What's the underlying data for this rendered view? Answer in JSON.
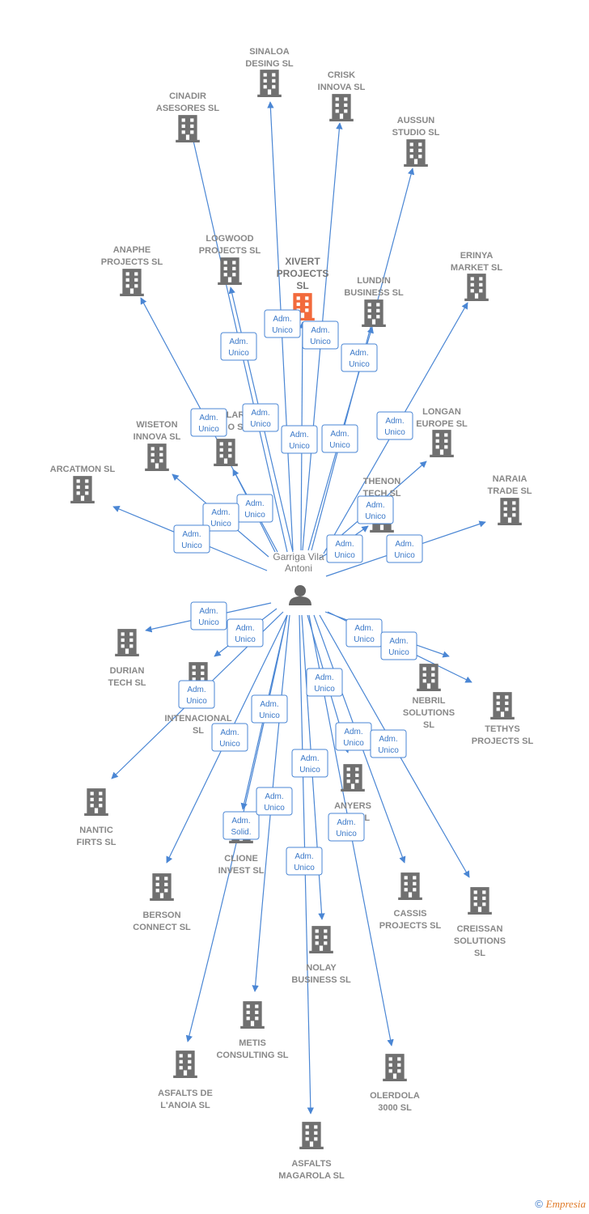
{
  "colors": {
    "edge": "#4a86d4",
    "building": "#707070",
    "building_highlight": "#f26a3c",
    "person": "#666666",
    "label": "#888888"
  },
  "center": {
    "name": "Garriga Vila\nAntoni",
    "icon": "person-icon"
  },
  "nodes": [
    {
      "id": "sinaloa",
      "name": "SINALOA\nDESING SL",
      "icon": "building-icon",
      "rel": "Adm.\nUnico"
    },
    {
      "id": "crisk",
      "name": "CRISK\nINNOVA SL",
      "icon": "building-icon",
      "rel": "Adm.\nUnico"
    },
    {
      "id": "cinadir",
      "name": "CINADIR\nASESORES  SL",
      "icon": "building-icon",
      "rel": "Adm.\nUnico"
    },
    {
      "id": "aussun",
      "name": "AUSSUN\nSTUDIO  SL",
      "icon": "building-icon",
      "rel": "Adm.\nUnico"
    },
    {
      "id": "logwood",
      "name": "LOGWOOD\nPROJECTS SL",
      "icon": "building-icon",
      "rel": "Adm.\nUnico"
    },
    {
      "id": "xivert",
      "name": "XIVERT\nPROJECTS\nSL",
      "icon": "building-icon",
      "highlight": true,
      "rel": "Adm.\nUnico"
    },
    {
      "id": "anaphe",
      "name": "ANAPHE\nPROJECTS  SL",
      "icon": "building-icon",
      "rel": "Adm.\nUnico"
    },
    {
      "id": "lundin",
      "name": "LUNDIN\nBUSINESS  SL",
      "icon": "building-icon",
      "rel": "Adm.\nUnico"
    },
    {
      "id": "erinya",
      "name": "ERINYA\nMARKET SL",
      "icon": "building-icon",
      "rel": "Adm.\nUnico"
    },
    {
      "id": "clar",
      "name": "LAR\nO  S",
      "icon": "building-icon",
      "rel": "Adm.\nUnico"
    },
    {
      "id": "wiseton",
      "name": "WISETON\nINNOVA  SL",
      "icon": "building-icon",
      "rel": "Adm.\nUnico"
    },
    {
      "id": "longan",
      "name": "LONGAN\nEUROPE  SL",
      "icon": "building-icon",
      "rel": "Adm.\nUnico"
    },
    {
      "id": "arcatmon",
      "name": "ARCATMON SL",
      "icon": "building-icon",
      "rel": "Adm.\nUnico"
    },
    {
      "id": "thenon",
      "name": "THENON\nTECH  SL",
      "icon": "building-icon",
      "rel": "Adm.\nUnico"
    },
    {
      "id": "naraia",
      "name": "NARAIA\nTRADE  SL",
      "icon": "building-icon",
      "rel": "Adm.\nUnico"
    },
    {
      "id": "durian",
      "name": "DURIAN\nTECH  SL",
      "icon": "building-icon",
      "rel": "Adm.\nUnico"
    },
    {
      "id": "intenacional",
      "name": "INTENACIONAL\nSL",
      "icon": "building-icon",
      "rel": "Adm.\nUnico"
    },
    {
      "id": "nebril",
      "name": "NEBRIL\nSOLUTIONS\nSL",
      "icon": "building-icon",
      "rel": "Adm.\nUnico"
    },
    {
      "id": "tethys",
      "name": "TETHYS\nPROJECTS  SL",
      "icon": "building-icon",
      "rel": "Adm.\nUnico"
    },
    {
      "id": "nantic",
      "name": "NANTIC\nFIRTS  SL",
      "icon": "building-icon",
      "rel": "Adm.\nUnico"
    },
    {
      "id": "anyers",
      "name": "ANYERS\nLINE  SL",
      "icon": "building-icon",
      "rel": "Adm.\nUnico"
    },
    {
      "id": "clione",
      "name": "CLIONE\nINVEST  SL",
      "icon": "building-icon",
      "rel": "Adm.\nSolid."
    },
    {
      "id": "berson",
      "name": "BERSON\nCONNECT  SL",
      "icon": "building-icon",
      "rel": "Adm.\nUnico"
    },
    {
      "id": "cassis",
      "name": "CASSIS\nPROJECTS  SL",
      "icon": "building-icon",
      "rel": "Adm.\nUnico"
    },
    {
      "id": "creissan",
      "name": "CREISSAN\nSOLUTIONS\nSL",
      "icon": "building-icon",
      "rel": "Adm.\nUnico"
    },
    {
      "id": "nolay",
      "name": "NOLAY\nBUSINESS  SL",
      "icon": "building-icon",
      "rel": "Adm.\nUnico"
    },
    {
      "id": "metis",
      "name": "METIS\nCONSULTING SL",
      "icon": "building-icon",
      "rel": "Adm.\nUnico"
    },
    {
      "id": "asfalts_anoia",
      "name": "ASFALTS DE\nL'ANOIA SL",
      "icon": "building-icon",
      "rel": "Adm.\nUnico"
    },
    {
      "id": "olerdola",
      "name": "OLERDOLA\n3000  SL",
      "icon": "building-icon",
      "rel": "Adm.\nUnico"
    },
    {
      "id": "asfalts_magarola",
      "name": "ASFALTS\nMAGAROLA  SL",
      "icon": "building-icon",
      "rel": "Adm.\nUnico"
    }
  ],
  "footer": {
    "copyright": "©",
    "brand": "Empresia"
  }
}
